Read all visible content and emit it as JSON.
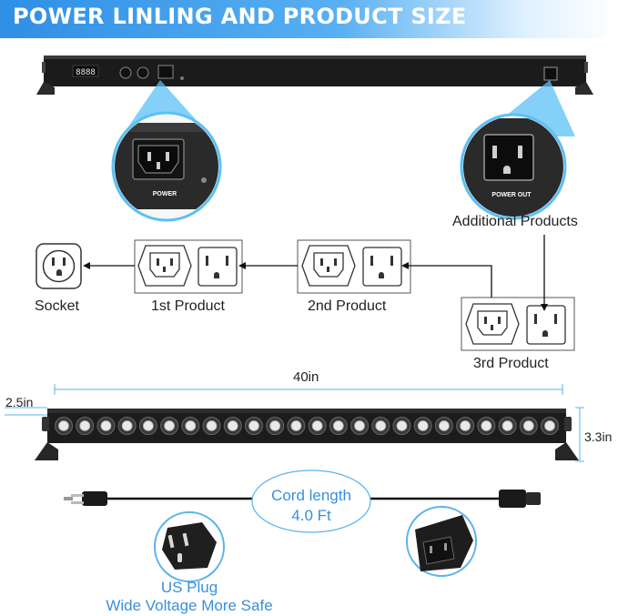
{
  "banner": {
    "title": "POWER LINLING AND PRODUCT SIZE",
    "gradient_start": "#2f8fe6",
    "gradient_end": "#ffffff"
  },
  "colors": {
    "accent_blue": "#3a8fdc",
    "callout_blue": "#5bc0f5",
    "device_body": "#1b1b1b"
  },
  "top_device": {
    "display_text": "8888",
    "power_label": "POWER",
    "power_out_label": "POWER OUT"
  },
  "diagram": {
    "additional_products": "Additional Products",
    "socket": "Socket",
    "first_product": "1st Product",
    "second_product": "2nd Product",
    "third_product": "3rd Product"
  },
  "dimensions": {
    "length": "40in",
    "height": "2.5in",
    "depth": "3.3in",
    "led_count": 24
  },
  "cord": {
    "line1": "Cord length",
    "line2": "4.0 Ft"
  },
  "plug": {
    "line1": "US Plug",
    "line2": "Wide Voltage More Safe"
  }
}
